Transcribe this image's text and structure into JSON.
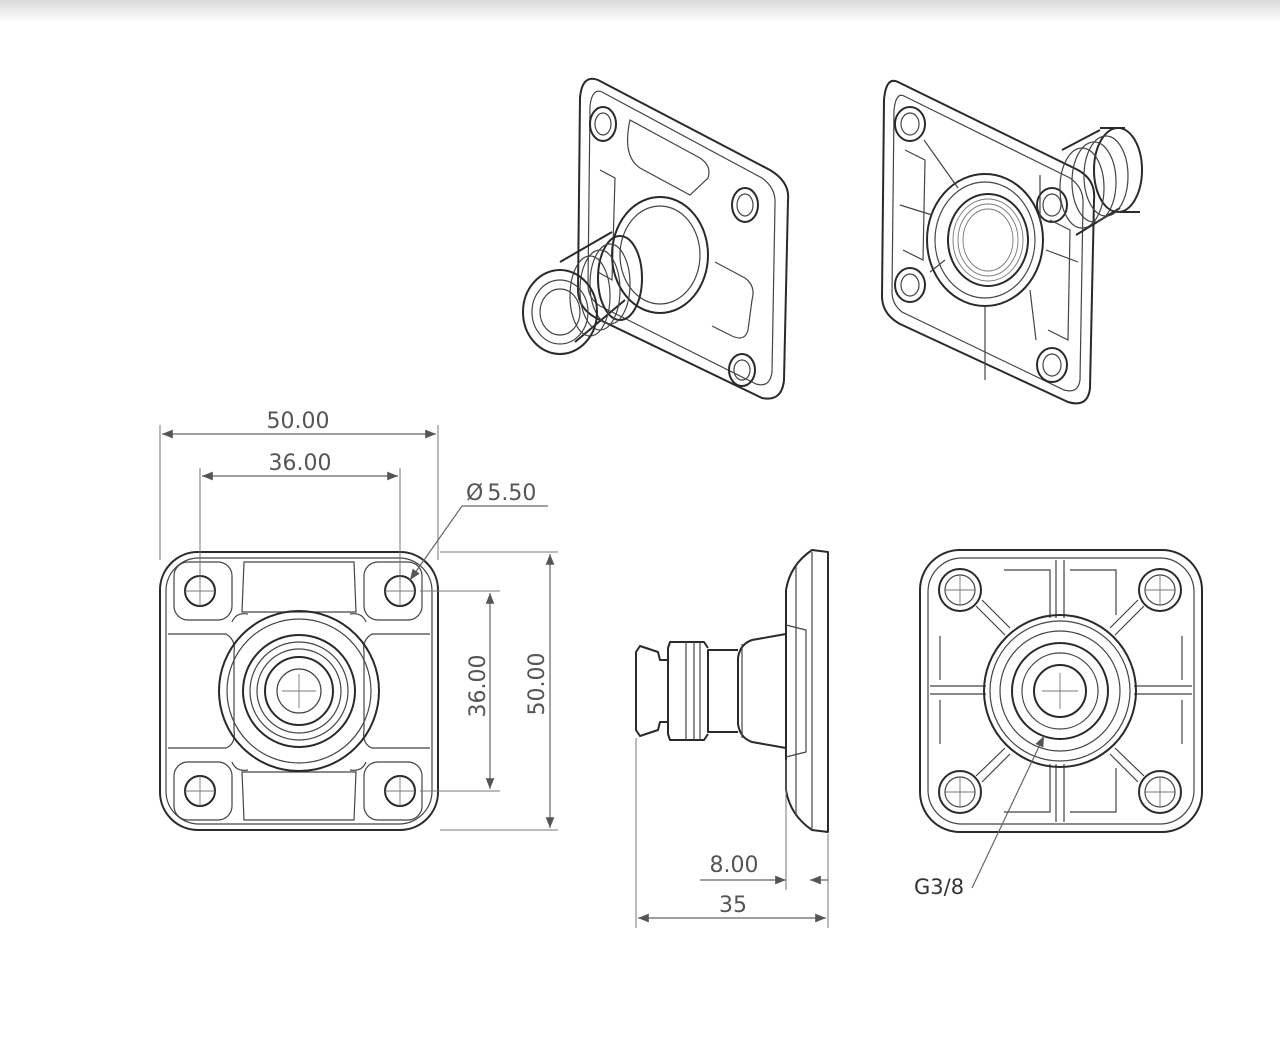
{
  "drawing": {
    "dimensions": {
      "width_overall": "50.00",
      "width_holes": "36.00",
      "hole_diameter": "5.50",
      "height_holes": "36.00",
      "height_overall": "50.00",
      "flange_thickness": "8.00",
      "length_overall": "35"
    },
    "symbols": {
      "diameter": "Ø"
    },
    "callouts": {
      "thread": "G3/8"
    }
  }
}
